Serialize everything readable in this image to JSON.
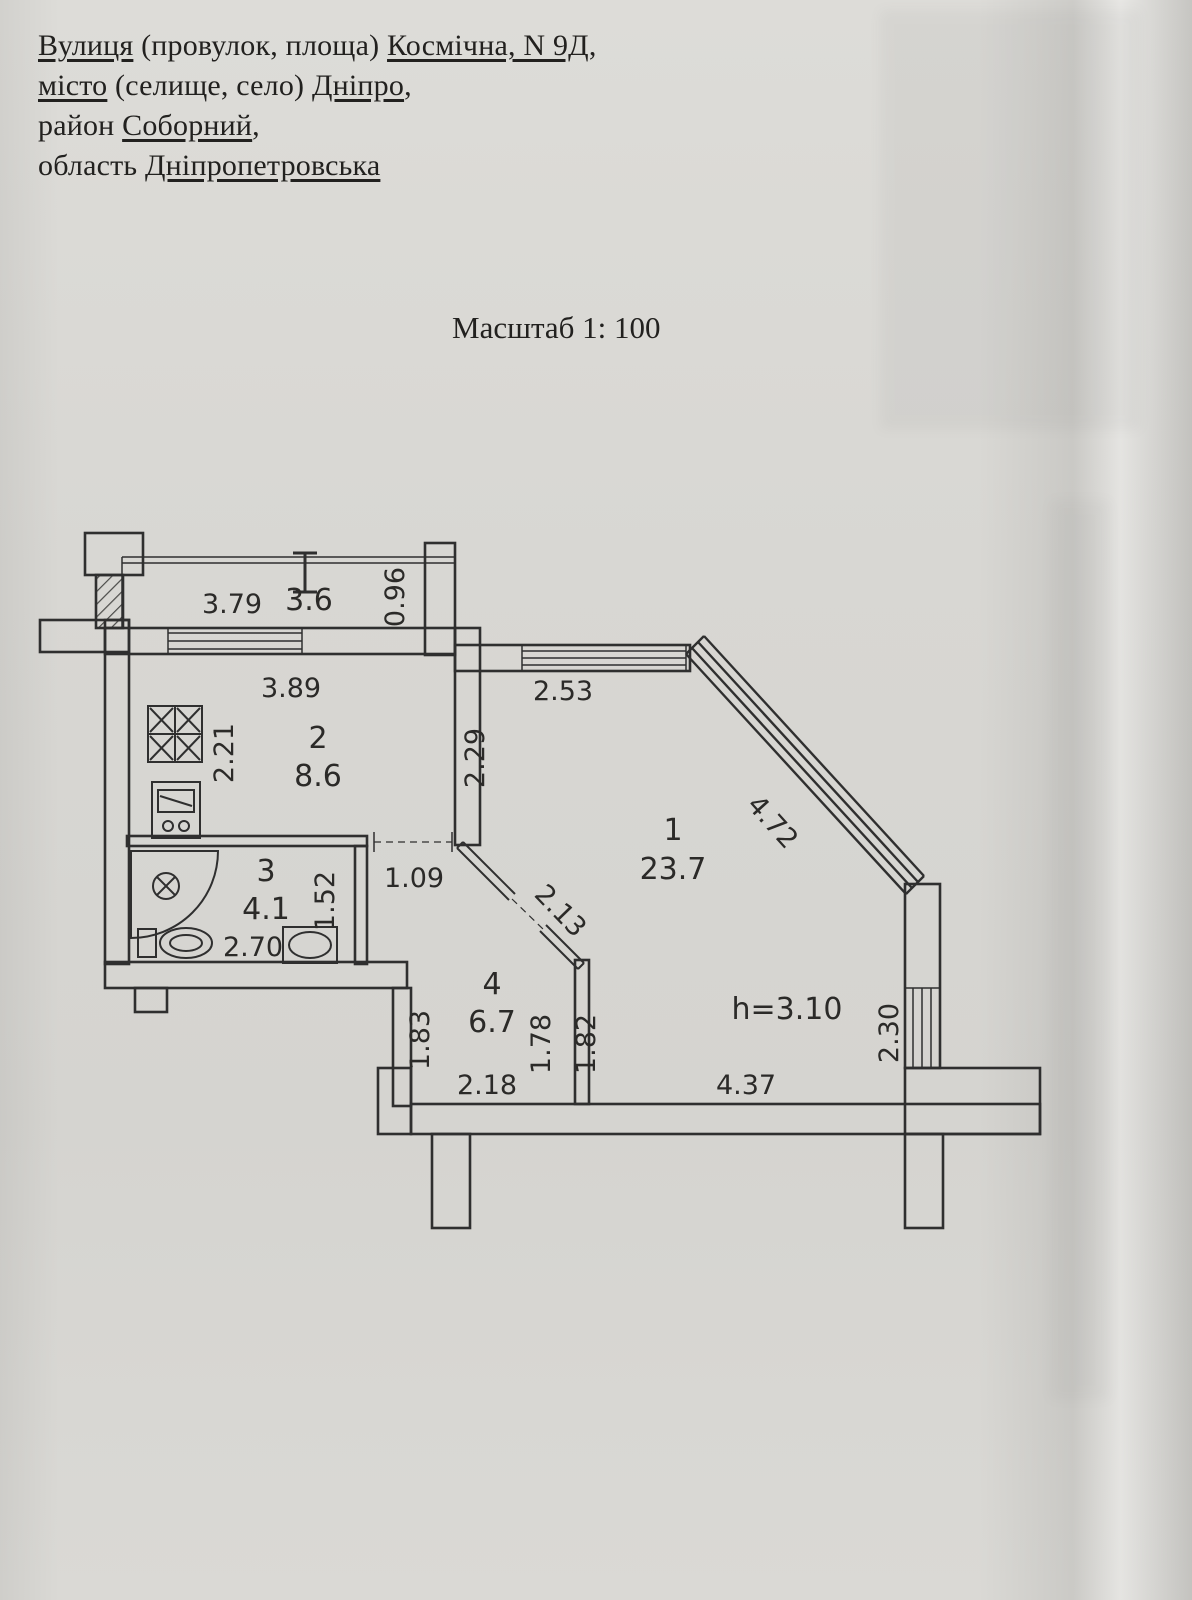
{
  "document": {
    "address": {
      "l1a": "Вулиця",
      "l1b": " (провулок, площа) ",
      "l1c": "Космічна, N 9Д",
      "l1d": ",",
      "l2a": "місто",
      "l2b": " (селище, село) ",
      "l2c": "Дніпро",
      "l2d": ",",
      "l3a": "район ",
      "l3b": "Соборний",
      "l3c": ",",
      "l4a": "область ",
      "l4b": "Дніпропетровська"
    },
    "scale_label": "Масштаб 1: 100"
  },
  "plan": {
    "rooms": [
      {
        "number": "1",
        "area": "23.7"
      },
      {
        "number": "2",
        "area": "8.6"
      },
      {
        "number": "3",
        "area": "4.1"
      },
      {
        "number": "4",
        "area": "6.7"
      }
    ],
    "balcony_area": "3.6",
    "ceiling_height": "h=3.10",
    "dims": {
      "balcony_width": "3.79",
      "balcony_depth": "0.96",
      "kitchen_top": "3.89",
      "kitchen_left": "2.21",
      "living_top": "2.53",
      "living_left": "2.29",
      "living_diag": "4.72",
      "living_right": "2.30",
      "living_bottom": "4.37",
      "bath_width": "2.70",
      "bath_height": "1.52",
      "kitchen_door": "1.09",
      "hall_diag": "2.13",
      "hall_left": "1.83",
      "hall_inner": "1.78",
      "living_lower_left": "1.82",
      "hall_bottom": "2.18"
    },
    "line_color": "#2f2f2f"
  }
}
